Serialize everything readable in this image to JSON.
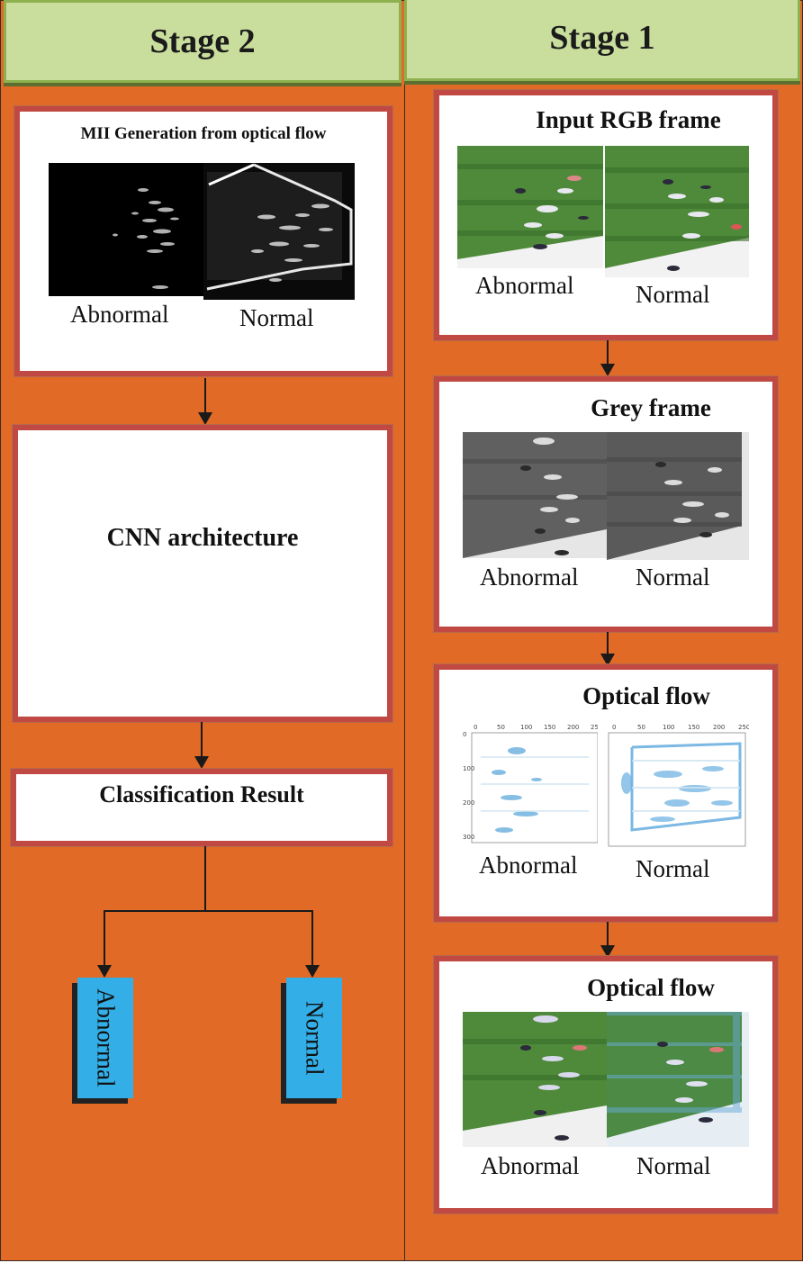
{
  "stage2": {
    "title": "Stage 2",
    "mii_box": {
      "title": "MII Generation from optical flow",
      "caption_left": "Abnormal",
      "caption_right": "Normal"
    },
    "cnn_box": {
      "title": "CNN architecture"
    },
    "classification_box": {
      "title": "Classification Result"
    },
    "outputs": {
      "left": "Abnormal",
      "right": "Normal"
    }
  },
  "stage1": {
    "title": "Stage 1",
    "rgb_box": {
      "title": "Input RGB frame",
      "caption_left": "Abnormal",
      "caption_right": "Normal"
    },
    "grey_box": {
      "title": "Grey frame",
      "caption_left": "Abnormal",
      "caption_right": "Normal"
    },
    "flow_box": {
      "title": "Optical flow",
      "caption_left": "Abnormal",
      "caption_right": "Normal",
      "x_ticks": [
        "0",
        "50",
        "100",
        "150",
        "200",
        "250"
      ],
      "y_ticks": [
        "0",
        "100",
        "200",
        "300"
      ]
    },
    "overlay_box": {
      "title": "Optical flow",
      "caption_left": "Abnormal",
      "caption_right": "Normal"
    }
  },
  "colors": {
    "background": "#e06a26",
    "header": "#c9de9c",
    "box_border": "#c04a43",
    "output_box": "#33aee6"
  }
}
